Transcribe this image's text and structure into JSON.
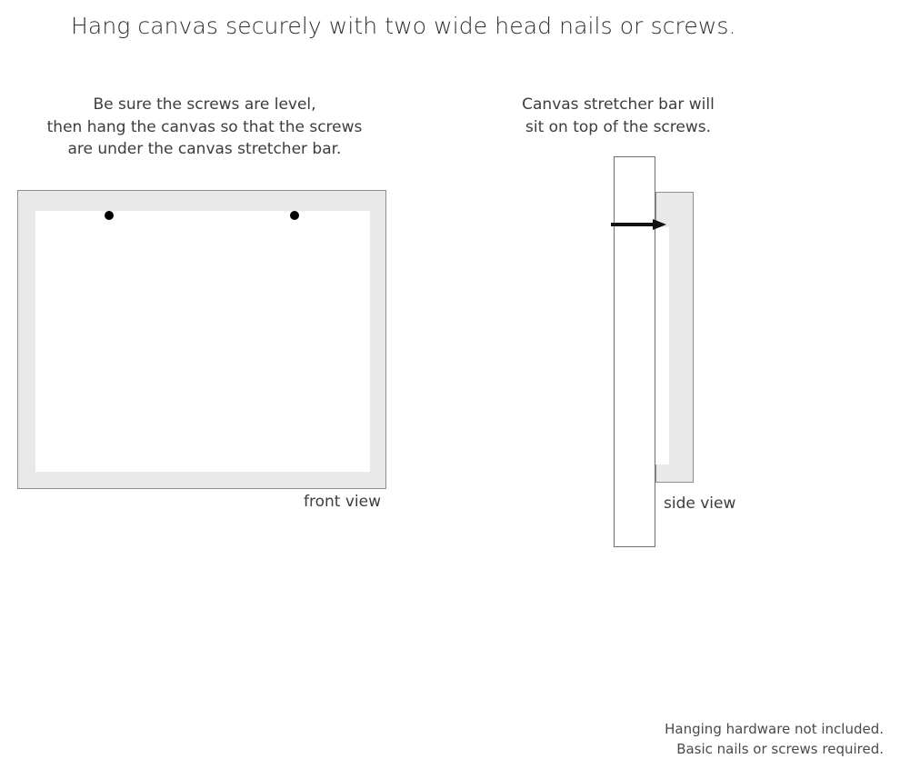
{
  "title": "Hang canvas securely with two wide head nails or screws.",
  "captions": {
    "left": {
      "line1": "Be sure the screws are level,",
      "line2": "then hang the canvas so that the screws",
      "line3": "are under the canvas stretcher bar."
    },
    "right": {
      "line1": "Canvas stretcher bar will",
      "line2": "sit on top of the screws."
    }
  },
  "diagrams": {
    "front": {
      "label": "front view",
      "frame_color": "#e9e9e9",
      "border_color": "#8e8e8e",
      "canvas_color": "#ffffff",
      "screws": [
        {
          "name": "left-screw",
          "color": "#000000"
        },
        {
          "name": "right-screw",
          "color": "#000000"
        }
      ]
    },
    "side": {
      "label": "side view",
      "wall_color": "#ffffff",
      "stretcher_bar_color": "#e9e9e9",
      "border_color": "#8e8e8e",
      "nail_color": "#111111"
    }
  },
  "footer": {
    "line1": "Hanging hardware not included.",
    "line2": "Basic nails or screws required."
  }
}
